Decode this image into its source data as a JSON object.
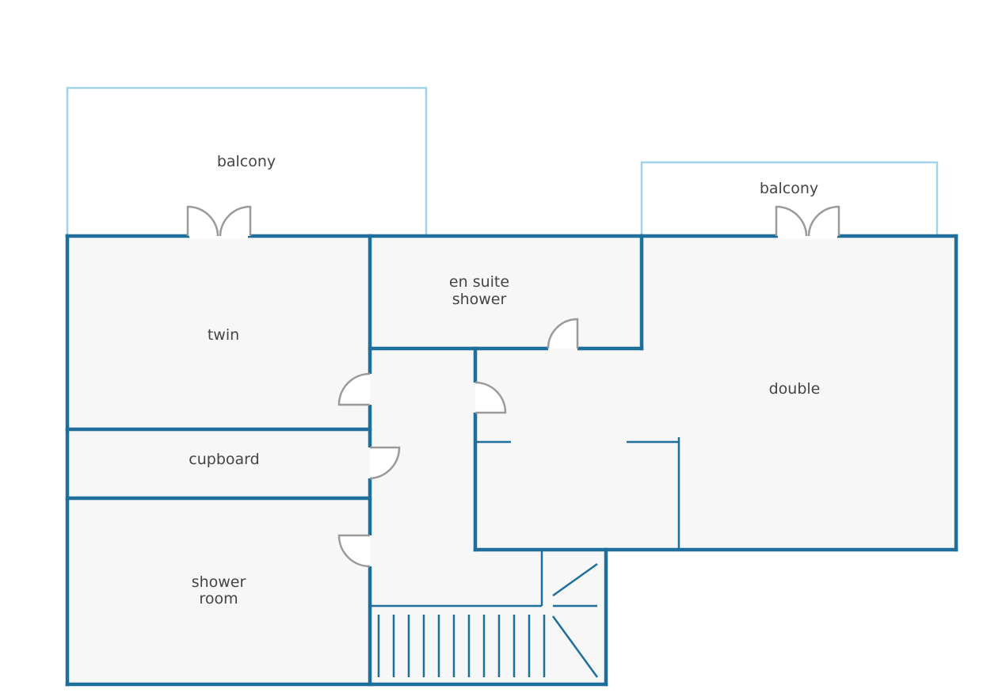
{
  "rooms": {
    "balcony_left": "balcony",
    "balcony_right": "balcony",
    "twin": "twin",
    "en_suite_line1": "en suite",
    "en_suite_line2": "shower",
    "double": "double",
    "cupboard": "cupboard",
    "shower_room_line1": "shower",
    "shower_room_line2": "room"
  },
  "colors": {
    "wall": "#1f6f9c",
    "balcony_outline": "#9fd3e6",
    "room_fill": "#f7f7f7",
    "door": "#9a9a9a",
    "label": "#444444"
  }
}
